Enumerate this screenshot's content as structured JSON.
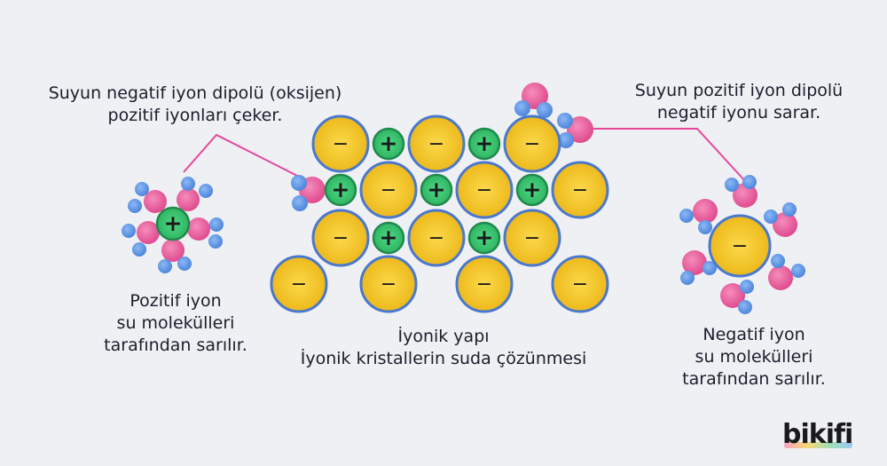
{
  "labels": {
    "top_left": [
      "Suyun negatif iyon dipolü (oksijen)",
      "pozitif iyonları çeker."
    ],
    "top_right": [
      "Suyun pozitif iyon dipolü",
      "negatif iyonu sarar."
    ],
    "left_bottom": [
      "Pozitif iyon",
      "su molekülleri",
      "tarafından sarılır."
    ],
    "center_bottom": [
      "İyonik yapı",
      "İyonik kristallerin suda çözünmesi"
    ],
    "right_bottom": [
      "Negatif iyon",
      "su molekülleri",
      "tarafından sarılır."
    ]
  },
  "ion_signs": {
    "negative": "−",
    "positive": "+"
  },
  "brand": "bikifi",
  "colors": {
    "background": "#eef0f4",
    "negative_ion_fill": "#f3c526",
    "negative_ion_stroke": "#4a78cc",
    "positive_ion_fill": "#38c76f",
    "positive_ion_stroke": "#1f8a4b",
    "oxygen": "#ec5a9b",
    "hydrogen": "#5b95e8",
    "connector": "#e8469a"
  }
}
